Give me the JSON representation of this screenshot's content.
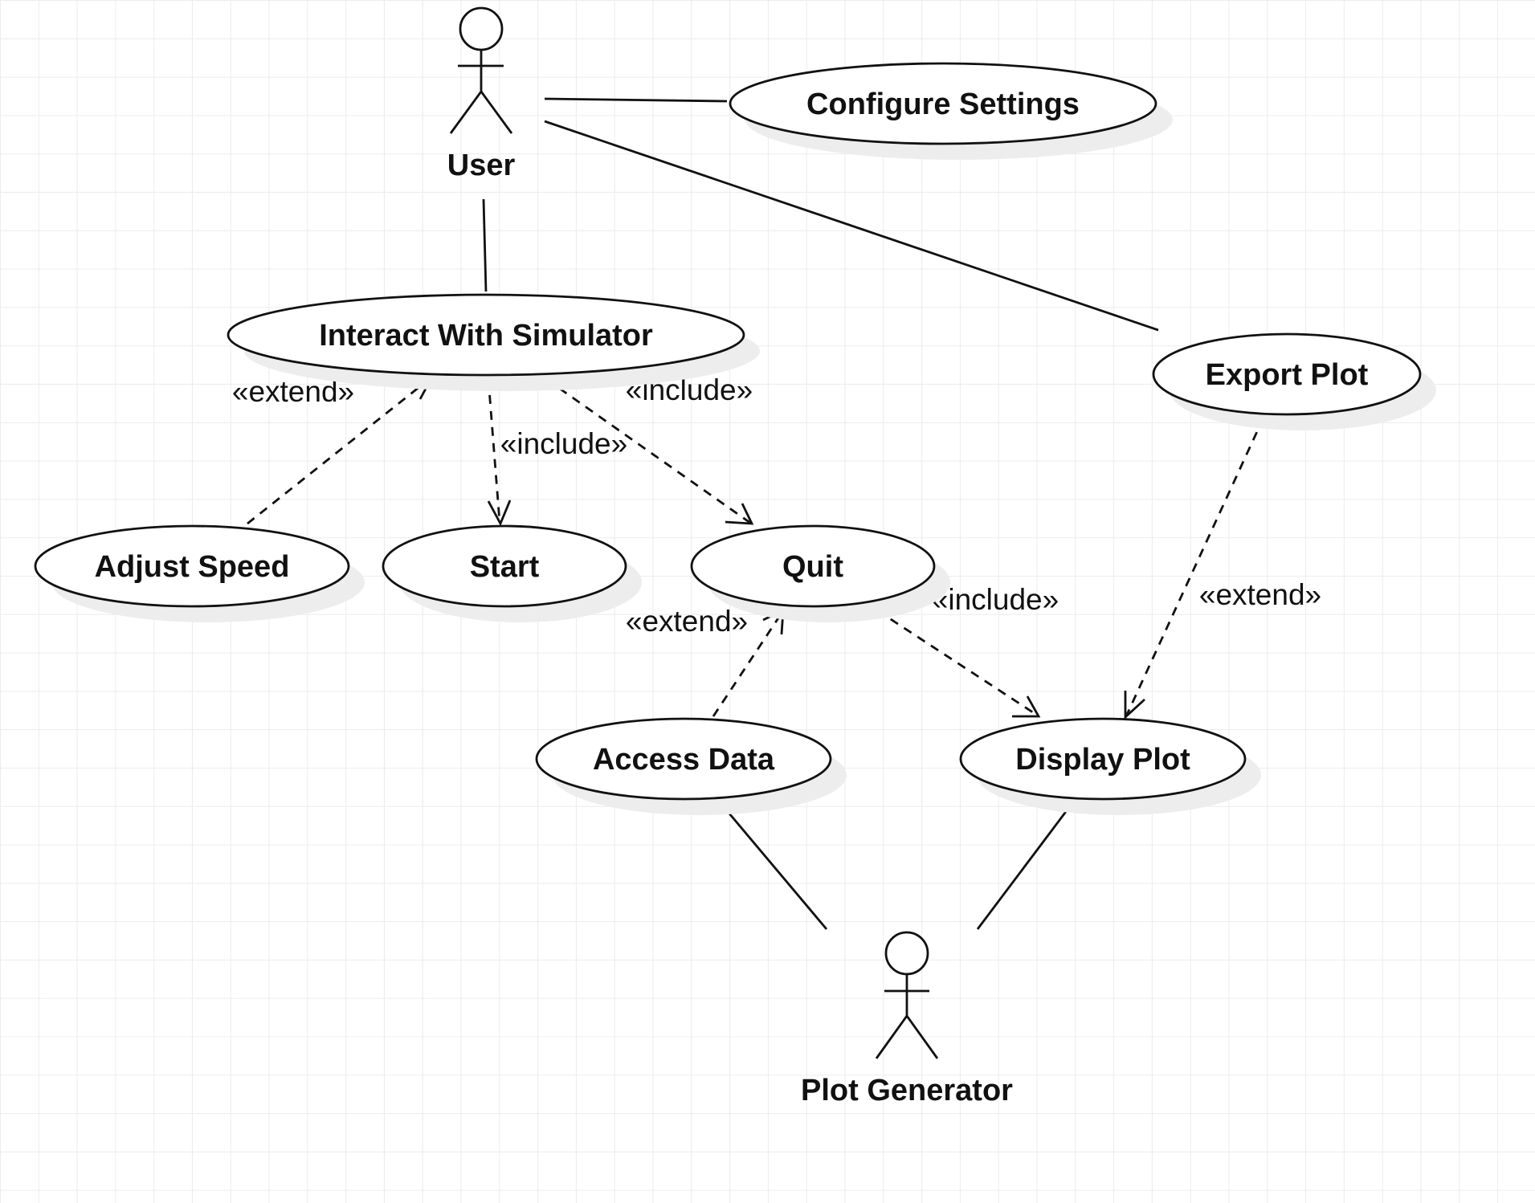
{
  "actors": {
    "user": "User",
    "plot_generator": "Plot Generator"
  },
  "use_cases": {
    "configure_settings": "Configure Settings",
    "interact_with_simulator": "Interact With Simulator",
    "export_plot": "Export Plot",
    "adjust_speed": "Adjust Speed",
    "start": "Start",
    "quit": "Quit",
    "access_data": "Access Data",
    "display_plot": "Display Plot"
  },
  "relationships": {
    "adjust_speed_extend": "«extend»",
    "start_include": "«include»",
    "quit_include": "«include»",
    "access_data_extend": "«extend»",
    "quit_display_include": "«include»",
    "export_plot_extend": "«extend»"
  }
}
